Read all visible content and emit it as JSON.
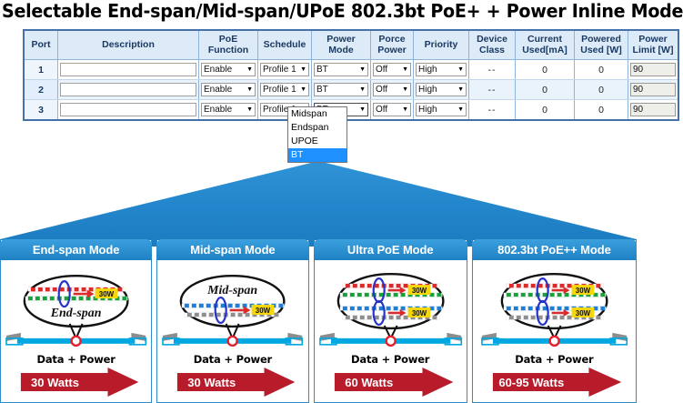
{
  "page": {
    "title": "Selectable End-span/Mid-span/UPoE 802.3bt PoE+ + Power Inline Mode"
  },
  "colors": {
    "header_bg": "#ddeaf7",
    "header_text": "#1a3a63",
    "table_border": "#4472a8",
    "alt_row": "#eaf3fc",
    "panel_blue": "#1f81c4",
    "panel_blue_light": "#3ba0de",
    "funnel_blue": "#2083c8",
    "arrow_red": "#b81c2a",
    "badge_yellow": "#f5d70a",
    "cable_cyan": "#00a7e1",
    "highlight_blue": "#1e90ff"
  },
  "table": {
    "columns": [
      {
        "id": "port",
        "label": "Port"
      },
      {
        "id": "desc",
        "label": "Description"
      },
      {
        "id": "poefn",
        "label": "PoE\nFunction"
      },
      {
        "id": "sched",
        "label": "Schedule"
      },
      {
        "id": "pmode",
        "label": "Power\nMode"
      },
      {
        "id": "force",
        "label": "Porce\nPower"
      },
      {
        "id": "prio",
        "label": "Priority"
      },
      {
        "id": "devclass",
        "label": "Device\nClass"
      },
      {
        "id": "current",
        "label": "Current\nUsed[mA]"
      },
      {
        "id": "powered",
        "label": "Powered\nUsed [W]"
      },
      {
        "id": "plimit",
        "label": "Power\nLimit [W]"
      }
    ],
    "rows": [
      {
        "port": "1",
        "description": "",
        "poe_function": "Enable",
        "schedule": "Profile 1",
        "power_mode": "BT",
        "force_power": "Off",
        "priority": "High",
        "device_class": "--",
        "current_used": "0",
        "powered_used": "0",
        "power_limit": "90"
      },
      {
        "port": "2",
        "description": "",
        "poe_function": "Enable",
        "schedule": "Profile 1",
        "power_mode": "BT",
        "force_power": "Off",
        "priority": "High",
        "device_class": "--",
        "current_used": "0",
        "powered_used": "0",
        "power_limit": "90"
      },
      {
        "port": "3",
        "description": "",
        "poe_function": "Enable",
        "schedule": "Profile 1",
        "power_mode": "BT",
        "force_power": "Off",
        "priority": "High",
        "device_class": "--",
        "current_used": "0",
        "powered_used": "0",
        "power_limit": "90"
      }
    ]
  },
  "dropdown": {
    "open_for_row": 3,
    "field": "power_mode",
    "selected": "BT",
    "options": [
      "Midspan",
      "Endspan",
      "UPOE",
      "BT"
    ]
  },
  "modes": [
    {
      "title": "End-span Mode",
      "ellipse_label": "End-span",
      "ellipse_label_pos": "bottom",
      "pairs": [
        {
          "colors": [
            "#d92b2b",
            "#1aa03c"
          ],
          "badge": "30W"
        }
      ],
      "cable_label": "Data + Power",
      "watts": "30 Watts"
    },
    {
      "title": "Mid-span Mode",
      "ellipse_label": "Mid-span",
      "ellipse_label_pos": "top",
      "pairs": [
        {
          "colors": [
            "#1f7fd4",
            "#8e8e8e"
          ],
          "badge": "30W"
        }
      ],
      "cable_label": "Data + Power",
      "watts": "30 Watts"
    },
    {
      "title": "Ultra PoE Mode",
      "ellipse_label": "",
      "ellipse_label_pos": "none",
      "pairs": [
        {
          "colors": [
            "#d92b2b",
            "#1aa03c"
          ],
          "badge": "30W"
        },
        {
          "colors": [
            "#1f7fd4",
            "#8e8e8e"
          ],
          "badge": "30W"
        }
      ],
      "cable_label": "Data + Power",
      "watts": "60 Watts"
    },
    {
      "title": "802.3bt PoE++ Mode",
      "ellipse_label": "",
      "ellipse_label_pos": "none",
      "pairs": [
        {
          "colors": [
            "#d92b2b",
            "#1aa03c"
          ],
          "badge": "30W"
        },
        {
          "colors": [
            "#1f7fd4",
            "#8e8e8e"
          ],
          "badge": "30W"
        }
      ],
      "cable_label": "Data + Power",
      "watts": "60-95 Watts"
    }
  ]
}
